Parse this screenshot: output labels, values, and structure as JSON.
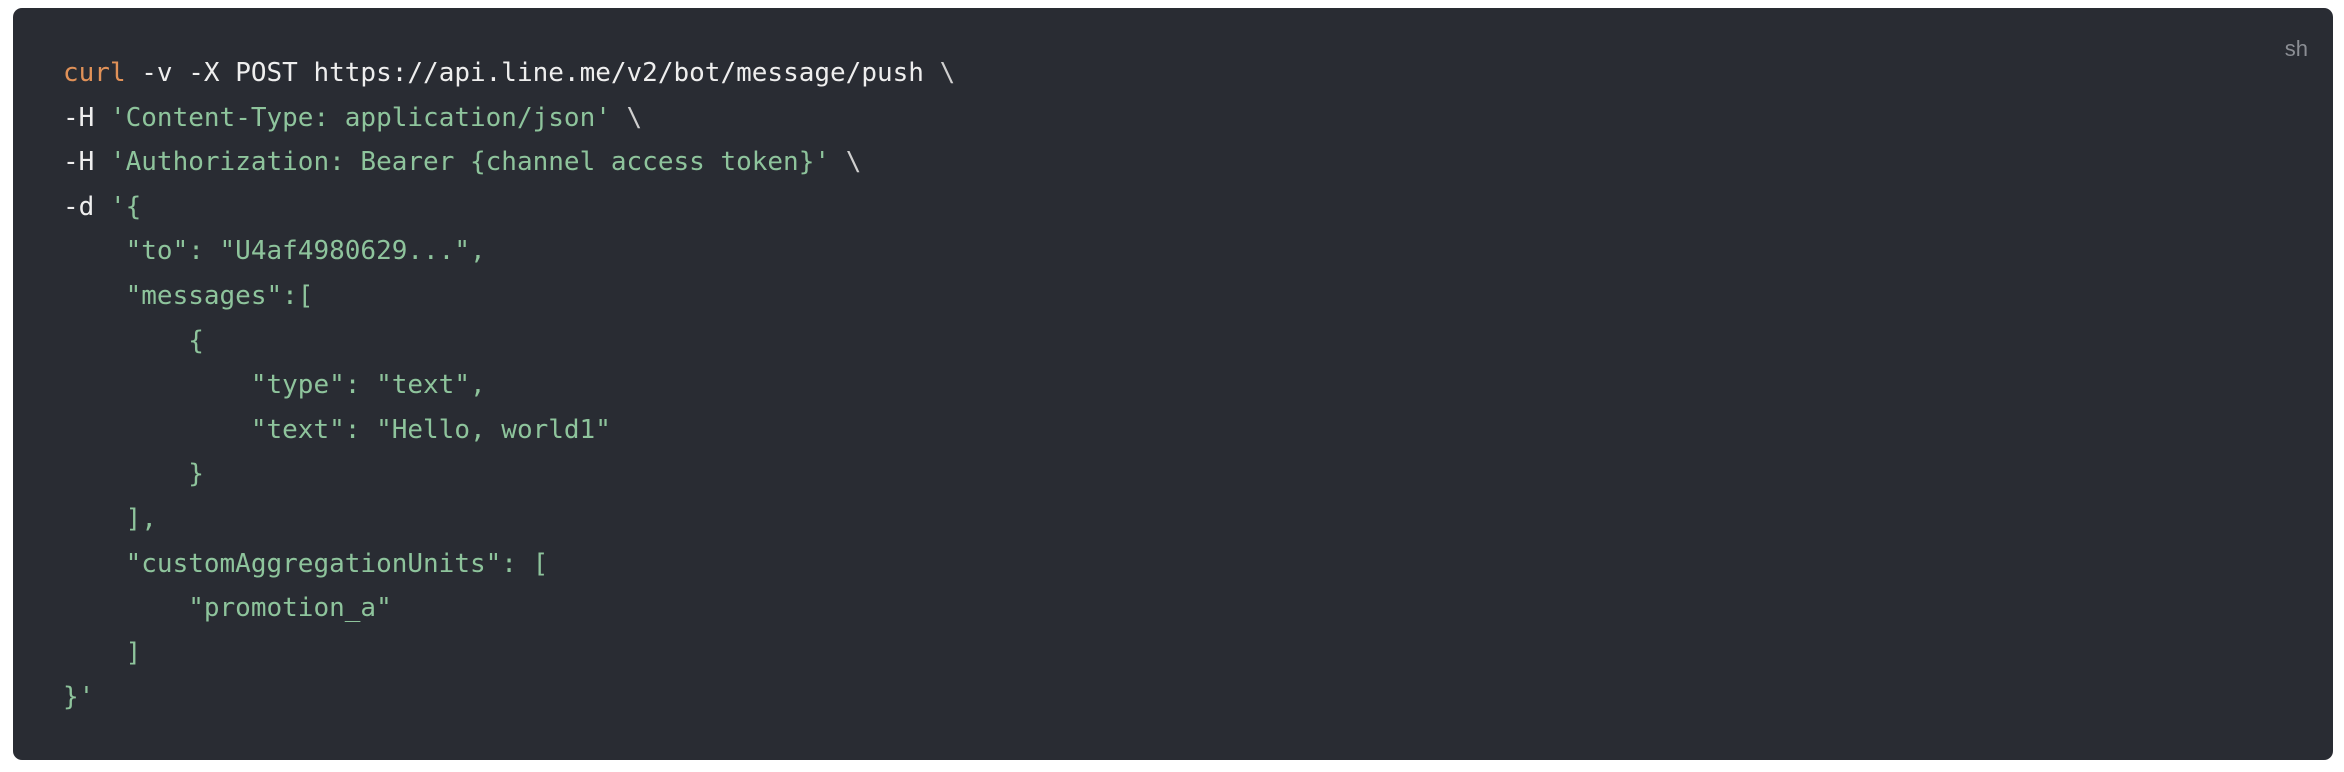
{
  "code_block": {
    "language_label": "sh",
    "colors": {
      "background": "#292c33",
      "command": "#e09158",
      "string": "#8ec49c",
      "plain": "#eeeeee",
      "label": "#8b8e94"
    },
    "lines": [
      {
        "tokens": [
          {
            "type": "cmd",
            "text": "curl"
          },
          {
            "type": "plain",
            "text": " -v -X POST https://api.line.me/v2/bot/message/push "
          },
          {
            "type": "cont",
            "text": "\\"
          }
        ]
      },
      {
        "tokens": [
          {
            "type": "plain",
            "text": "-H "
          },
          {
            "type": "str",
            "text": "'Content-Type: application/json'"
          },
          {
            "type": "plain",
            "text": " "
          },
          {
            "type": "cont",
            "text": "\\"
          }
        ]
      },
      {
        "tokens": [
          {
            "type": "plain",
            "text": "-H "
          },
          {
            "type": "str",
            "text": "'Authorization: Bearer {channel access token}'"
          },
          {
            "type": "plain",
            "text": " "
          },
          {
            "type": "cont",
            "text": "\\"
          }
        ]
      },
      {
        "tokens": [
          {
            "type": "plain",
            "text": "-d "
          },
          {
            "type": "str",
            "text": "'{"
          }
        ]
      },
      {
        "tokens": [
          {
            "type": "str",
            "text": "    \"to\": \"U4af4980629...\","
          }
        ]
      },
      {
        "tokens": [
          {
            "type": "str",
            "text": "    \"messages\":["
          }
        ]
      },
      {
        "tokens": [
          {
            "type": "str",
            "text": "        {"
          }
        ]
      },
      {
        "tokens": [
          {
            "type": "str",
            "text": "            \"type\": \"text\","
          }
        ]
      },
      {
        "tokens": [
          {
            "type": "str",
            "text": "            \"text\": \"Hello, world1\""
          }
        ]
      },
      {
        "tokens": [
          {
            "type": "str",
            "text": "        }"
          }
        ]
      },
      {
        "tokens": [
          {
            "type": "str",
            "text": "    ],"
          }
        ]
      },
      {
        "tokens": [
          {
            "type": "str",
            "text": "    \"customAggregationUnits\": ["
          }
        ]
      },
      {
        "tokens": [
          {
            "type": "str",
            "text": "        \"promotion_a\""
          }
        ]
      },
      {
        "tokens": [
          {
            "type": "str",
            "text": "    ]"
          }
        ]
      },
      {
        "tokens": [
          {
            "type": "str",
            "text": "}'"
          }
        ]
      }
    ]
  }
}
